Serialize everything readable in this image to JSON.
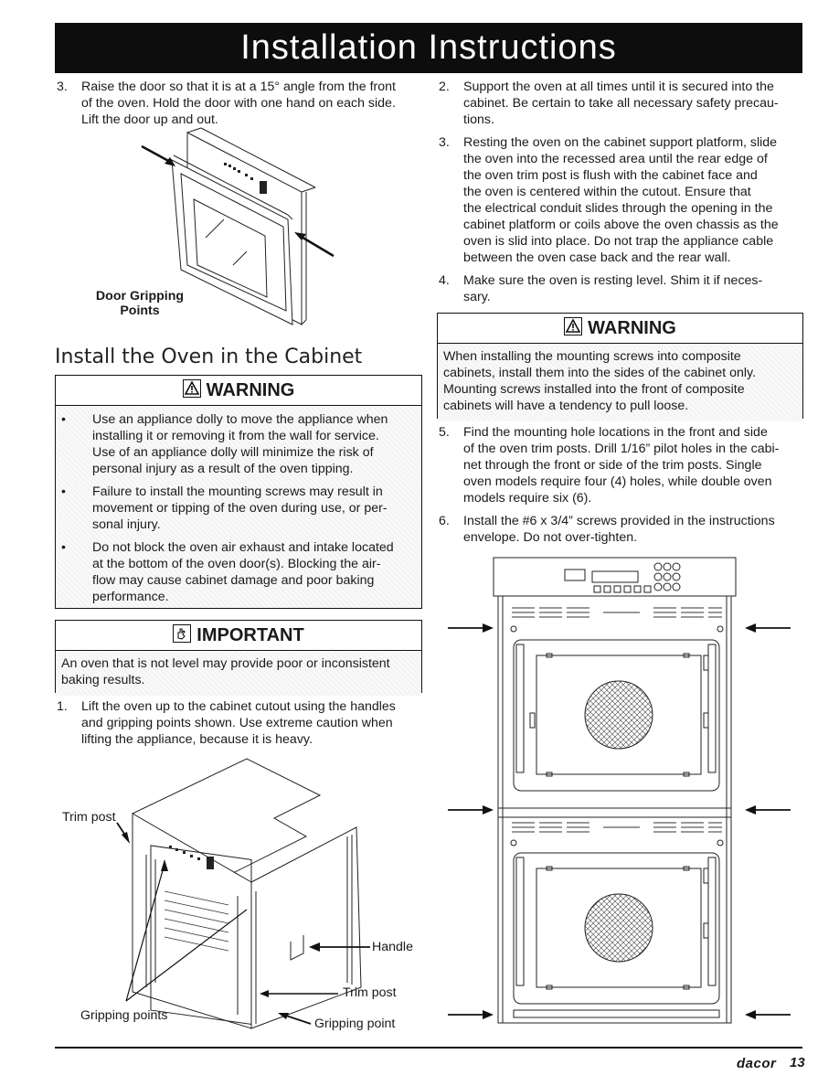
{
  "header": {
    "title": "Installation Instructions"
  },
  "left": {
    "step3": {
      "num": "3.",
      "text": [
        "Raise the door so that it is at a 15° angle from the front",
        "of the oven. Hold the door with one hand on each side.",
        "Lift the door up and out."
      ]
    },
    "door_caption": [
      "Door Gripping",
      "Points"
    ],
    "section_title": "Install the Oven in the Cabinet",
    "warning": {
      "title": "WARNING",
      "bullets": [
        [
          "Use an appliance dolly to move the appliance when",
          "installing it or removing it from the wall for service.",
          "Use of an appliance dolly will minimize the risk of",
          "personal injury as a result of the oven tipping."
        ],
        [
          "Failure to install the mounting screws may result in",
          "movement or tipping of the oven during use, or per-",
          "sonal injury."
        ],
        [
          "Do not block the oven air exhaust and intake located",
          "at the bottom of the oven door(s). Blocking the air-",
          "flow may cause cabinet damage and poor baking",
          "performance."
        ]
      ]
    },
    "important": {
      "title": "IMPORTANT",
      "text": [
        "An oven that is not level may provide poor or inconsistent",
        "baking results."
      ]
    },
    "step1": {
      "num": "1.",
      "text": [
        "Lift the oven up to the cabinet cutout using the handles",
        "and gripping points shown. Use extreme caution when",
        "lifting the appliance, because it is heavy."
      ]
    },
    "diagram_labels": {
      "trim_post_top": "Trim post",
      "handle": "Handle",
      "trim_post_bottom": "Trim post",
      "gripping_points": "Gripping points",
      "gripping_point": "Gripping point"
    }
  },
  "right": {
    "step2": {
      "num": "2.",
      "text": [
        "Support the oven at all times until it is secured into the",
        "cabinet. Be certain to take all necessary safety precau-",
        "tions."
      ]
    },
    "step3": {
      "num": "3.",
      "text": [
        "Resting the oven on the cabinet support platform, slide",
        "the oven into the recessed area until the rear edge of",
        "the oven trim post is flush with the cabinet face and",
        "the oven is centered within the cutout. Ensure that",
        "the electrical conduit slides through the opening in the",
        "cabinet platform or coils above the oven chassis as the",
        "oven is slid into place. Do not trap the appliance cable",
        "between the oven case back and the rear wall."
      ]
    },
    "step4": {
      "num": "4.",
      "text": [
        "Make sure the oven is resting level. Shim it if neces-",
        "sary."
      ]
    },
    "warning": {
      "title": "WARNING",
      "text": [
        "When installing the mounting screws into composite",
        "cabinets, install them into the sides of the cabinet only.",
        "Mounting screws installed into the front of composite",
        "cabinets will have a tendency to pull loose."
      ]
    },
    "step5": {
      "num": "5.",
      "text": [
        "Find the mounting hole locations in the front and side",
        "of the oven trim posts. Drill 1/16” pilot holes in the cabi-",
        "net through the front or side of the trim posts. Single",
        "oven models require four (4) holes, while double oven",
        "models require six (6)."
      ]
    },
    "step6": {
      "num": "6.",
      "text": [
        "Install the #6 x 3/4” screws provided in the instructions",
        "envelope. Do not over-tighten."
      ]
    }
  },
  "footer": {
    "brand": "dacor",
    "page": "13"
  }
}
